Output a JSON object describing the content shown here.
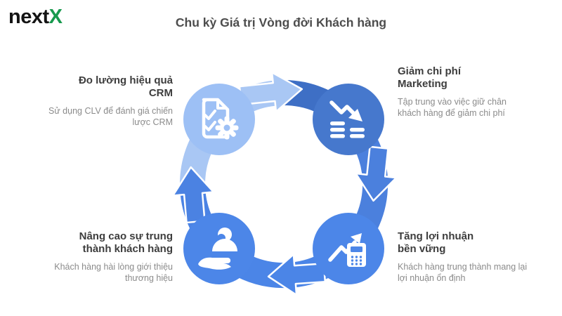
{
  "brand": {
    "name_prefix": "next",
    "name_suffix": "X"
  },
  "title": "Chu kỳ Giá trị Vòng đời Khách hàng",
  "nodes": [
    {
      "id": "crm-measure",
      "heading": "Đo lường hiệu quả CRM",
      "description": "Sử dụng CLV để đánh giá chiến lược CRM",
      "icon": "checklist-gear-icon",
      "position": "top-left"
    },
    {
      "id": "marketing-cost",
      "heading": "Giảm chi phí Marketing",
      "description": "Tập trung vào việc giữ chân khách hàng để giảm chi phí",
      "icon": "cost-decline-icon",
      "position": "top-right"
    },
    {
      "id": "sustainable-profit",
      "heading": "Tăng lợi nhuận bền vững",
      "description": "Khách hàng trung thành mang lại lợi nhuận ổn định",
      "icon": "profit-calculator-icon",
      "position": "bottom-right"
    },
    {
      "id": "customer-loyalty",
      "heading": "Nâng cao sự trung thành khách hàng",
      "description": "Khách hàng hài lòng giới thiệu thương hiệu",
      "icon": "customer-care-icon",
      "position": "bottom-left"
    }
  ],
  "colors": {
    "node_light": "#9DC0F5",
    "node_muted_blue": "#4678CD",
    "node_bright_blue": "#4C86E8",
    "band_light": "#A9C7F4",
    "band_dark": "#3E6FC5",
    "band_right": "#4B80DD",
    "band_bottom": "#4B85E7",
    "band_left_lower": "#4B83E4",
    "arrow_left": "#4B82E2",
    "brand_black": "#141414",
    "brand_green": "#17994D",
    "title_gray": "#4D4D4D",
    "heading_gray": "#3D3D3D",
    "description_gray": "#8B8B8B"
  }
}
